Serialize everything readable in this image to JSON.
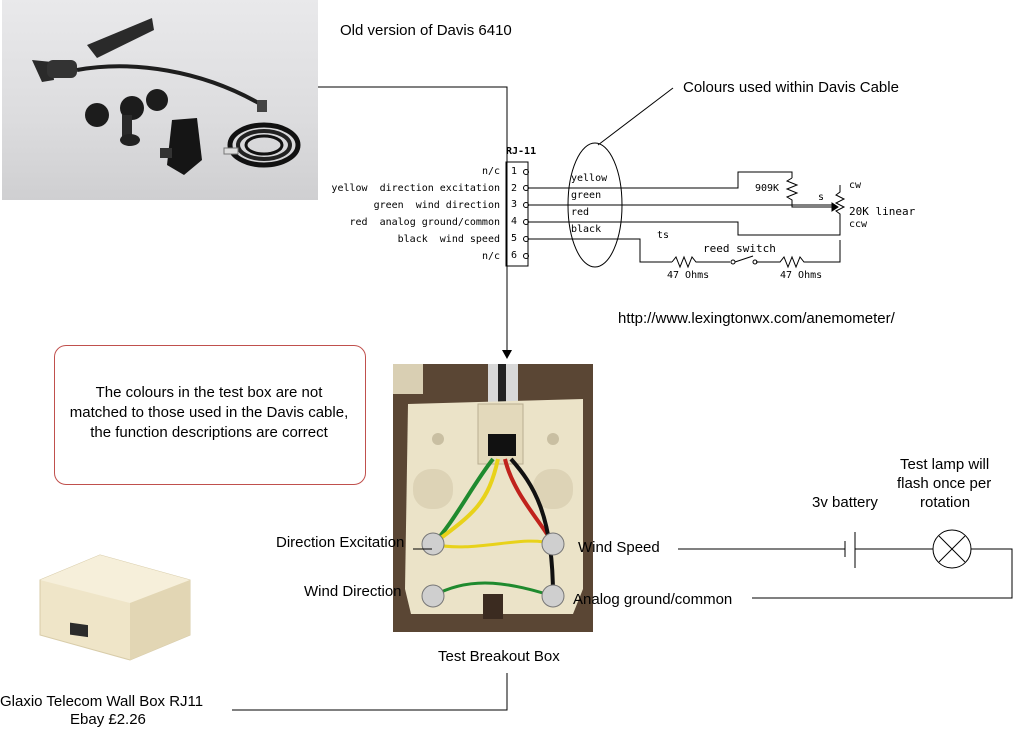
{
  "titles": {
    "sensor_caption": "Old version of Davis 6410",
    "cable_colours": "Colours used within Davis Cable",
    "url": "http://www.lexingtonwx.com/anemometer/",
    "box_caption": "Test Breakout Box",
    "wallbox_caption_line1": "Glaxio Telecom Wall Box RJ11",
    "wallbox_caption_line2": "Ebay £2.26"
  },
  "callout": {
    "text": "The colours in the test box are not matched to those used in the Davis cable, the function descriptions are correct"
  },
  "schematic": {
    "connector": "RJ-11",
    "pins": [
      {
        "num": "1",
        "label": "n/c",
        "wire": ""
      },
      {
        "num": "2",
        "label": "yellow  direction excitation",
        "wire": "yellow"
      },
      {
        "num": "3",
        "label": "green  wind direction",
        "wire": "green"
      },
      {
        "num": "4",
        "label": "red  analog ground/common",
        "wire": "red"
      },
      {
        "num": "5",
        "label": "black  wind speed",
        "wire": "black"
      },
      {
        "num": "6",
        "label": "n/c",
        "wire": ""
      }
    ],
    "resistor_909k": "909K",
    "wiper": "s",
    "pot": "20K linear",
    "cw": "cw",
    "ccw": "ccw",
    "ts": "ts",
    "reed": "reed switch",
    "r47a": "47 Ohms",
    "r47b": "47 Ohms"
  },
  "terminals": {
    "direction_excitation": "Direction Excitation",
    "wind_direction": "Wind Direction",
    "wind_speed": "Wind Speed",
    "analog_ground": "Analog ground/common"
  },
  "test_circuit": {
    "battery": "3v battery",
    "lamp_line1": "Test lamp will",
    "lamp_line2": "flash once per",
    "lamp_line3": "rotation"
  },
  "colors": {
    "callout_border": "#c0504d",
    "wire_yellow": "#e8d21a",
    "wire_green": "#1f8a2e",
    "wire_red": "#c0221c",
    "wire_black": "#111111",
    "box_plastic": "#e9e0c4"
  }
}
